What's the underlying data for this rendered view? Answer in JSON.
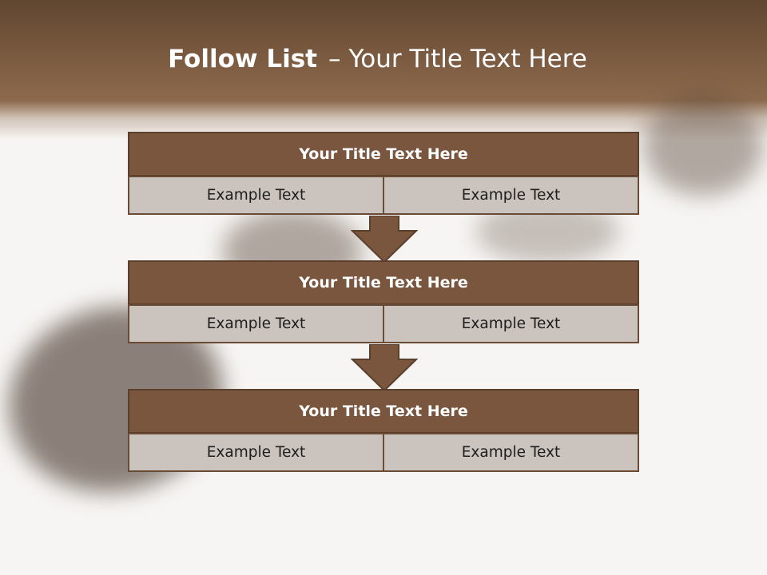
{
  "slide": {
    "title_bold": "Follow List",
    "title_separator": "–",
    "title_rest": "Your Title Text Here"
  },
  "blocks": [
    {
      "title": "Your Title Text Here",
      "left": "Example Text",
      "right": "Example Text"
    },
    {
      "title": "Your Title Text Here",
      "left": "Example Text",
      "right": "Example Text"
    },
    {
      "title": "Your Title Text Here",
      "left": "Example Text",
      "right": "Example Text"
    }
  ],
  "colors": {
    "header_band": "#7a5a40",
    "block_title_fill": "#7a563f",
    "block_cell_fill": "#cbc3bd",
    "arrow_fill": "#7a563f"
  },
  "icons": [
    "down-arrow-icon"
  ]
}
